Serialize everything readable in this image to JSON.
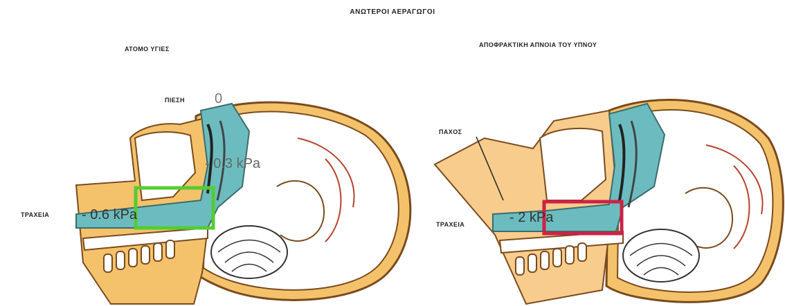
{
  "title": "ΑΝΩΤΕΡΟΙ ΑΕΡΑΓΩΓΟΙ",
  "left_panel": {
    "heading": "ΑΤΟΜΟ ΥΓΙΕΣ",
    "pressure_label": "ΠΙΕΣΗ",
    "pressure_value": "0",
    "pharynx_pressure": "- 0.3 kPa",
    "trachea_label": "ΤΡΑΧΕΙΑ",
    "trachea_pressure": "- 0.6 kPa",
    "highlight_color": "#55cc33"
  },
  "right_panel": {
    "heading": "ΑΠΟΦΡΑΚΤΙΚΗ ΑΠΝΟΙΑ ΤΟΥ ΥΠΝΟΥ",
    "fat_label": "ΠΑΧΟΣ",
    "trachea_label": "ΤΡΑΧΕΙΑ",
    "trachea_pressure": "- 2 kPa",
    "highlight_color": "#cc2244"
  }
}
